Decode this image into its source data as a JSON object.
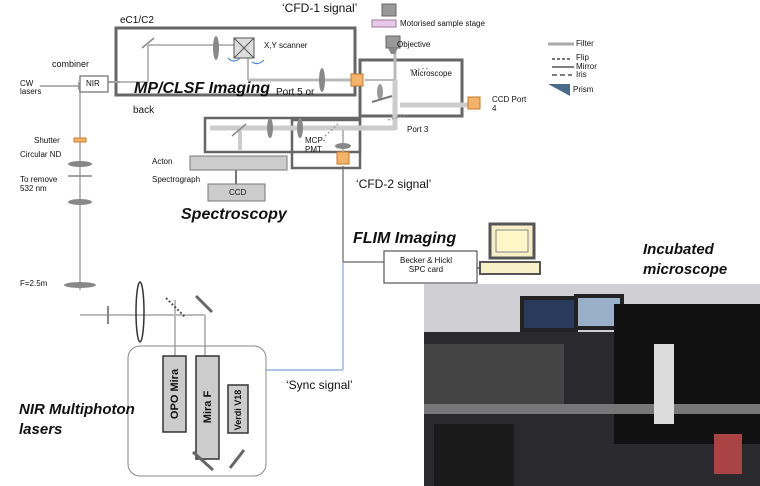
{
  "labels": {
    "cfd1": "‘CFD-1 signal’",
    "stage": "Motorised sample stage",
    "objective": "Objective",
    "ec1": "eC1/C2",
    "scanner": "X,Y scanner",
    "combiner": "combiner",
    "nir_box": "NIR",
    "cw_lasers": "CW\nlasers",
    "mp_clsf": "MP/CLSF Imaging",
    "port5": "Port 5 or",
    "back": "back",
    "microscope": "Microscope",
    "ccd_port": "CCD Port\n4",
    "port3": "Port 3",
    "shutter": "Shutter",
    "circular_nd": "Circular ND",
    "to_remove": "To remove\n532 nm",
    "acton": "Acton",
    "spectrograph": "Spectrograph",
    "ccd": "CCD",
    "mcp_pmt": "MCP-\nPMT",
    "cfd2": "‘CFD-2 signal’",
    "spectroscopy": "Spectroscopy",
    "flim": "FLIM Imaging",
    "becker": "Becker & Hickl\nSPC card",
    "incubated": "Incubated\nmicroscope",
    "focal": "F=2.5m",
    "sync": "‘Sync signal’",
    "nir_multiphoton": "NIR Multiphoton\nlasers",
    "opo_mira": "OPO Mira",
    "mira_f": "Mira F",
    "verdi": "Verdi V18"
  },
  "legend": {
    "filter": "Filter",
    "flip": "Flip",
    "mirror": "Mirror",
    "iris": "Iris",
    "prism": "Prism"
  },
  "colors": {
    "box_stroke": "#666666",
    "beam": "#999999",
    "detector": "#f4b36b",
    "sync_line": "#7aa7d6",
    "stage": "#e6c9e6"
  },
  "photo_description": "laboratory photo of the incubated microscope setup"
}
